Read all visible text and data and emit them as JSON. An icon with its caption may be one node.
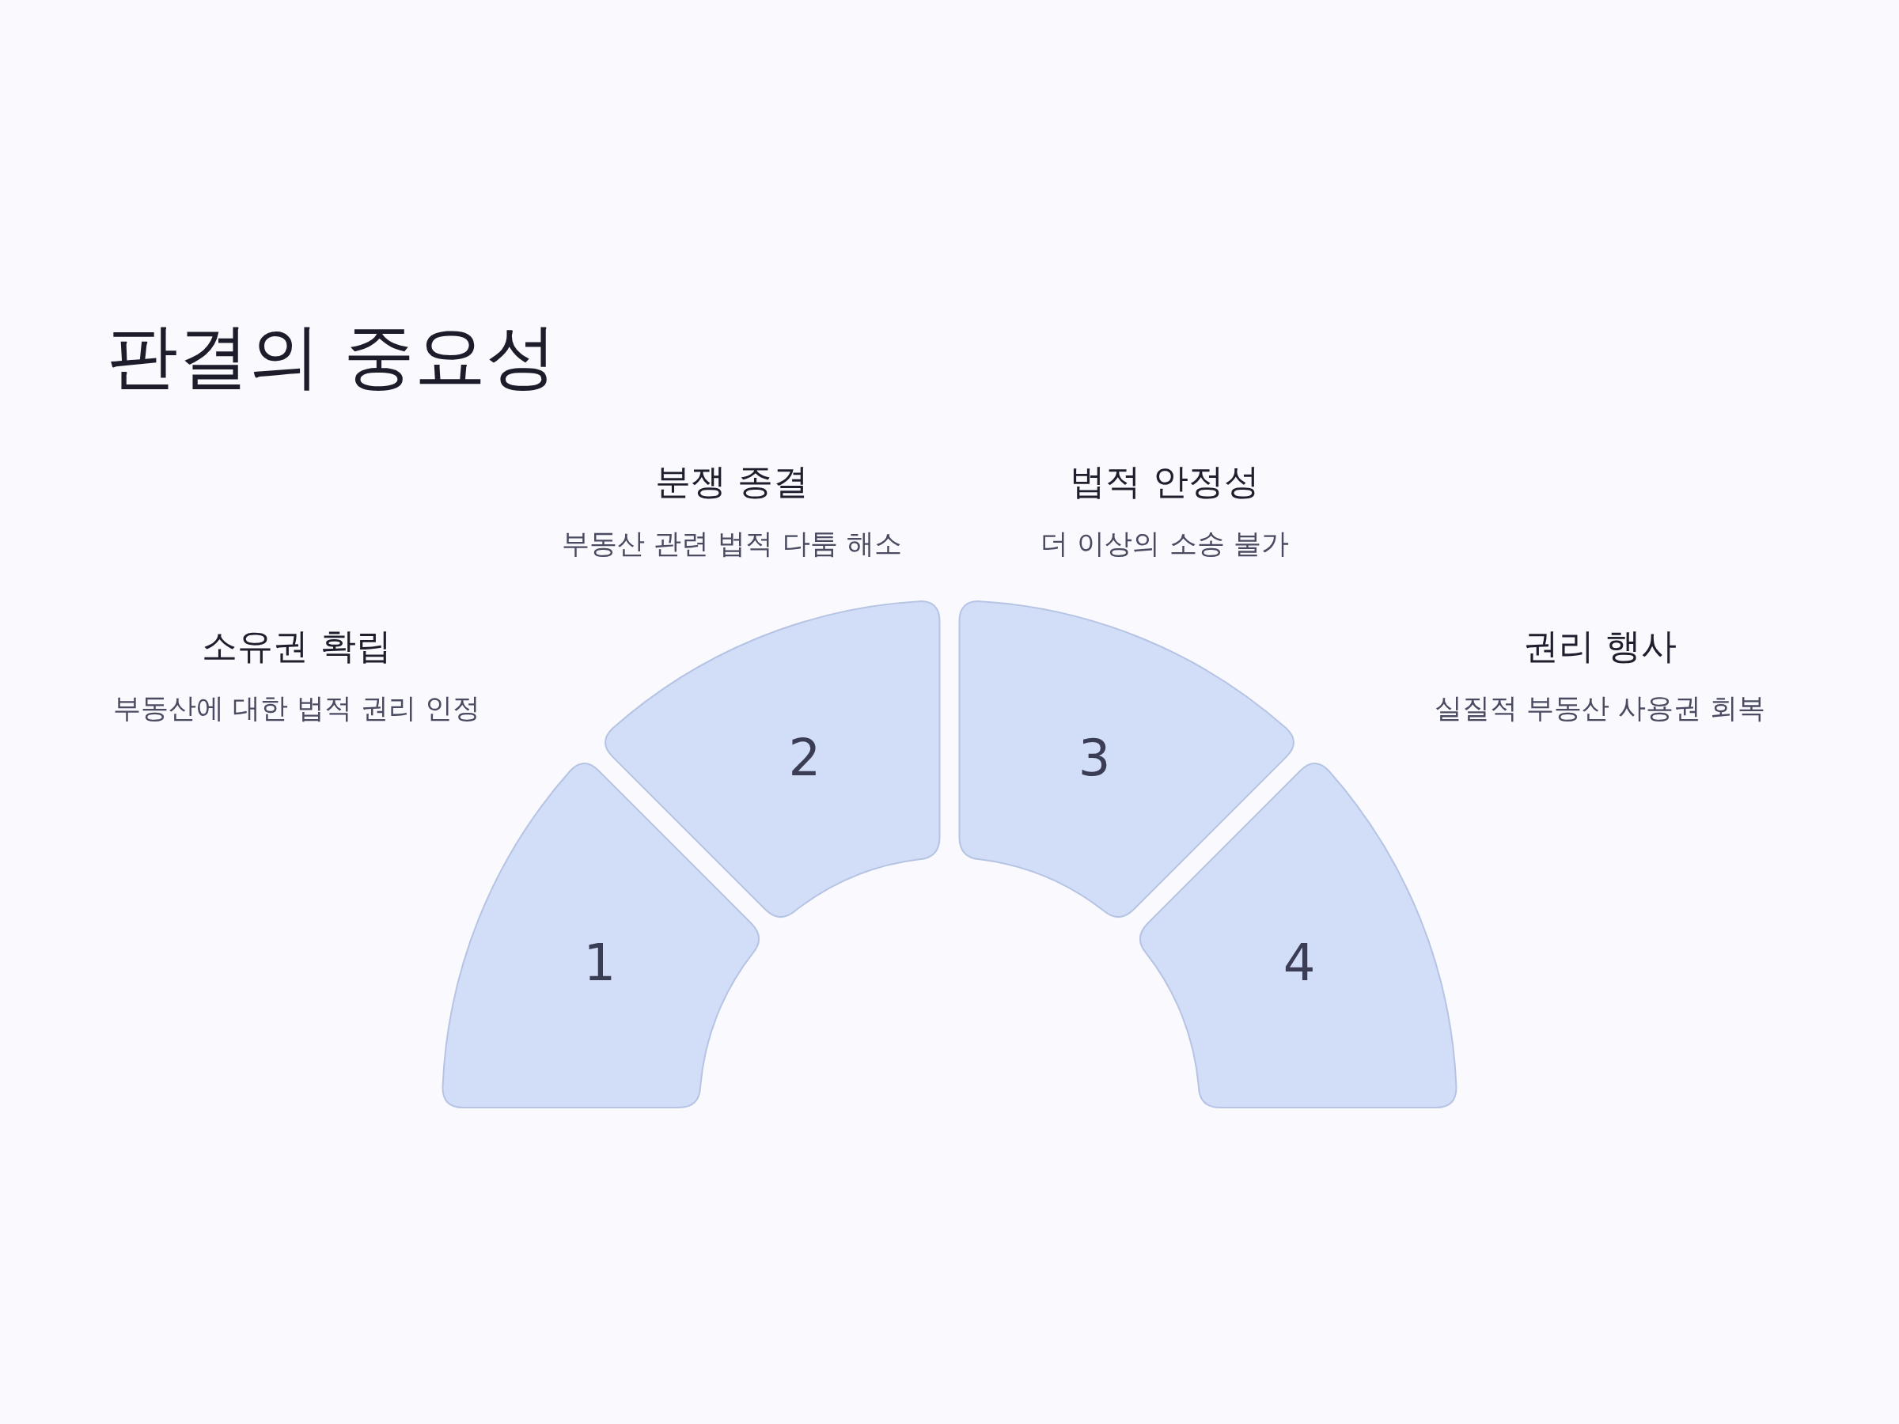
{
  "diagram": {
    "title": "판결의 중요성",
    "nodes": [
      {
        "text": [
          "1"
        ],
        "beside": [
          "소유권 확립",
          "부동산에 대한 법적 권리 인정"
        ]
      },
      {
        "text": [
          "2"
        ],
        "beside": [
          "분쟁 종결",
          "부동산 관련 법적 다툼 해소"
        ]
      },
      {
        "text": [
          "3"
        ],
        "beside": [
          "법적 안정성",
          "더 이상의 소송 불가"
        ]
      },
      {
        "text": [
          "4"
        ],
        "beside": [
          "권리 행사",
          "실질적 부동산 사용권 회복"
        ]
      }
    ]
  }
}
